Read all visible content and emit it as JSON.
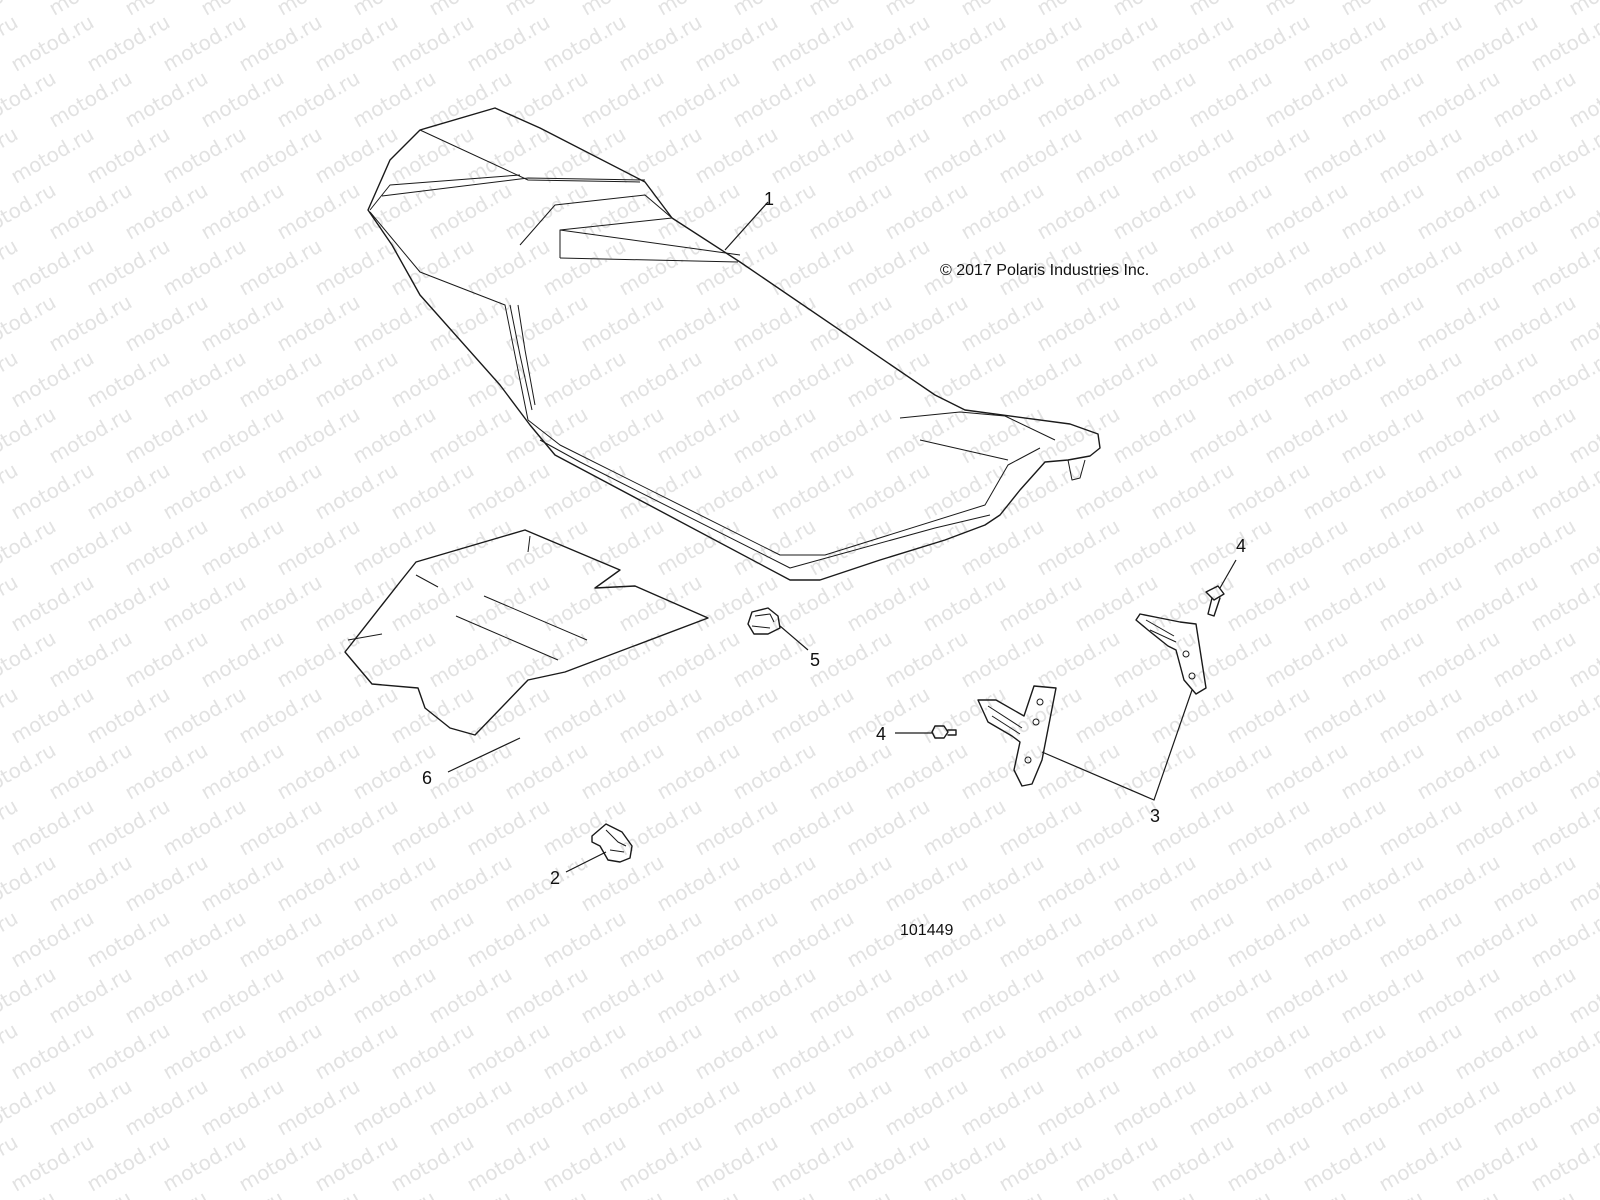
{
  "watermark": {
    "text": "motod.ru",
    "color": "#e2e2e2"
  },
  "copyright": "© 2017 Polaris Industries Inc.",
  "diagram_id": "101449",
  "callouts": {
    "seat": "1",
    "clip": "2",
    "hinge_brackets": "3",
    "screw_upper": "4",
    "screw_lower": "4",
    "bumper": "5",
    "pad": "6"
  },
  "parts": [
    {
      "number": "1",
      "icon": "seat-icon"
    },
    {
      "number": "2",
      "icon": "clip-icon"
    },
    {
      "number": "3",
      "icon": "bracket-icon"
    },
    {
      "number": "4",
      "icon": "screw-icon"
    },
    {
      "number": "5",
      "icon": "bumper-icon"
    },
    {
      "number": "6",
      "icon": "pad-icon"
    }
  ]
}
